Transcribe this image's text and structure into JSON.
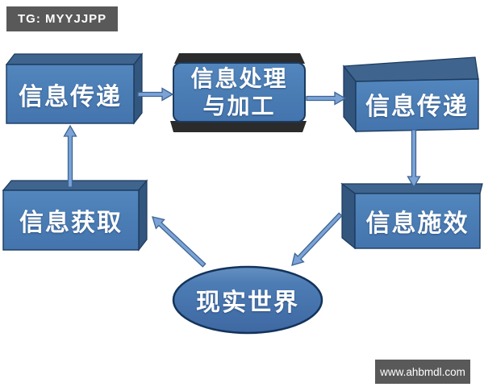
{
  "badge": {
    "text": "TG: MYYJJPP"
  },
  "watermark": {
    "text": "www.ahbmdl.com"
  },
  "diagram": {
    "nodes": [
      {
        "id": "info-transfer-left",
        "label": "信息传递"
      },
      {
        "id": "info-processing",
        "label": "信息处理与加工",
        "line1": "信息处理",
        "line2": "与加工"
      },
      {
        "id": "info-transfer-right",
        "label": "信息传递"
      },
      {
        "id": "info-acquisition",
        "label": "信息获取"
      },
      {
        "id": "info-application",
        "label": "信息施效"
      },
      {
        "id": "real-world",
        "label": "现实世界"
      }
    ],
    "edges": [
      {
        "from": "real-world",
        "to": "info-acquisition"
      },
      {
        "from": "info-acquisition",
        "to": "info-transfer-left"
      },
      {
        "from": "info-transfer-left",
        "to": "info-processing"
      },
      {
        "from": "info-processing",
        "to": "info-transfer-right"
      },
      {
        "from": "info-transfer-right",
        "to": "info-application"
      },
      {
        "from": "info-application",
        "to": "real-world"
      }
    ]
  },
  "colors": {
    "box_front": "#4a7db8",
    "box_top": "#3f648e",
    "box_side": "#33567e",
    "box_border": "#1b3a5e",
    "dark_face": "#2b2b2b",
    "arrow_fill": "#7ba3d6",
    "arrow_stroke": "#3d6494",
    "badge_bg": "#595959",
    "text_color": "#ffffff"
  }
}
